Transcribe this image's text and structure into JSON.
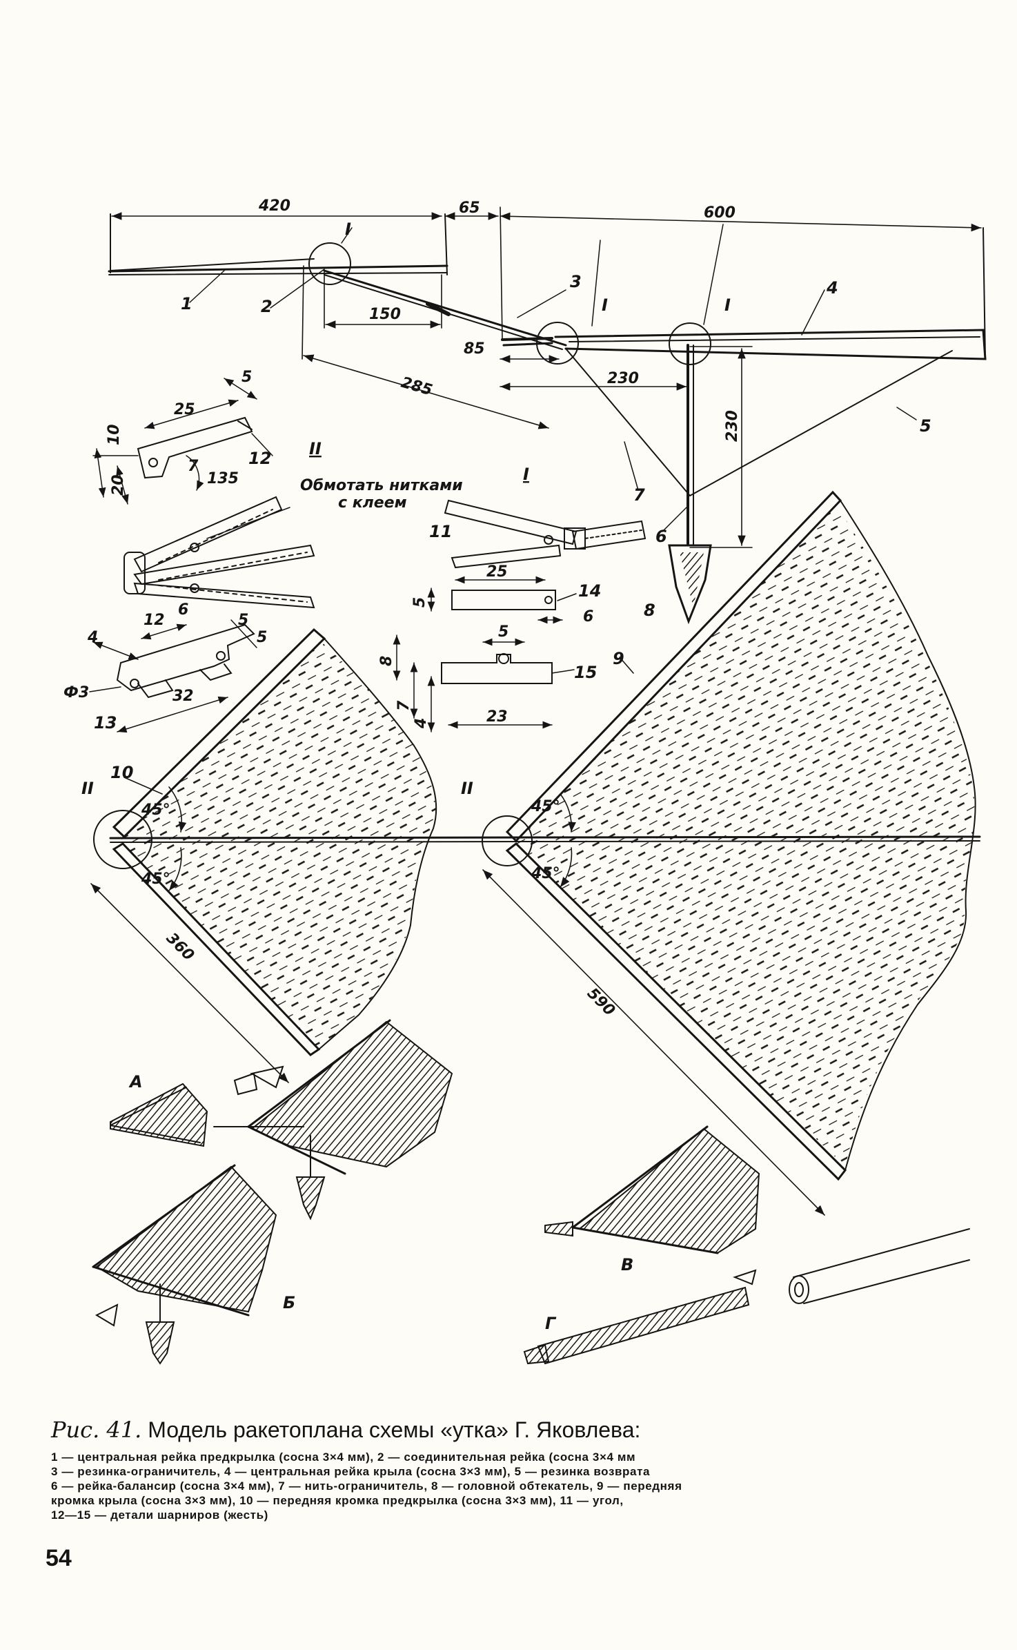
{
  "figure": {
    "dimensions": {
      "d420": "420",
      "d65": "65",
      "d600": "600",
      "d150": "150",
      "d85": "85",
      "d285": "285",
      "d230a": "230",
      "d230b": "230",
      "d360": "360",
      "d590": "590",
      "d25a": "25",
      "d5a": "5",
      "d10": "10",
      "d20": "20",
      "d135": "135",
      "d7a": "7",
      "d12": "12",
      "d4a": "4",
      "d6a": "6",
      "d5b": "5",
      "d5c": "5",
      "d3": "Ф3",
      "d32": "32",
      "d25b": "25",
      "d5d": "5",
      "d6b": "6",
      "d5e": "5",
      "d8": "8",
      "d7b": "7",
      "d4b": "4",
      "d23": "23"
    },
    "angles": {
      "a1": "45°",
      "a2": "45°",
      "a3": "45°",
      "a4": "45°"
    },
    "part_numbers": [
      "1",
      "2",
      "3",
      "4",
      "5",
      "6",
      "7",
      "8",
      "9",
      "10",
      "11",
      "12",
      "13",
      "14",
      "15"
    ],
    "detail_marks": {
      "I": "I",
      "II": "II"
    },
    "view_letters": {
      "A": "А",
      "B": "Б",
      "V": "В",
      "G": "Г"
    },
    "note": "Обмотать нитками с клеем",
    "note_line1": "Обмотать нитками",
    "note_line2": "с клеем"
  },
  "caption": {
    "fig_label": "Рис. 41.",
    "title": "Модель ракетоплана схемы «утка» Г. Яковлева:",
    "lines": [
      "1 — центральная рейка предкрылка (сосна 3×4 мм), 2 — соединительная рейка (сосна 3×4 мм",
      "3 — резинка-ограничитель, 4 — центральная рейка крыла (сосна 3×3 мм), 5 — резинка возврата",
      "6 — рейка-балансир (сосна 3×4 мм), 7 — нить-ограничитель, 8 — головной обтекатель, 9 — передняя",
      "кромка крыла (сосна 3×3 мм), 10 — передняя кромка предкрылка (сосна 3×3 мм), 11 — угол,",
      "12—15 — детали шарниров (жесть)"
    ]
  },
  "page_number": "54",
  "colors": {
    "ink": "#151515",
    "paper": "#fdfcf7"
  }
}
